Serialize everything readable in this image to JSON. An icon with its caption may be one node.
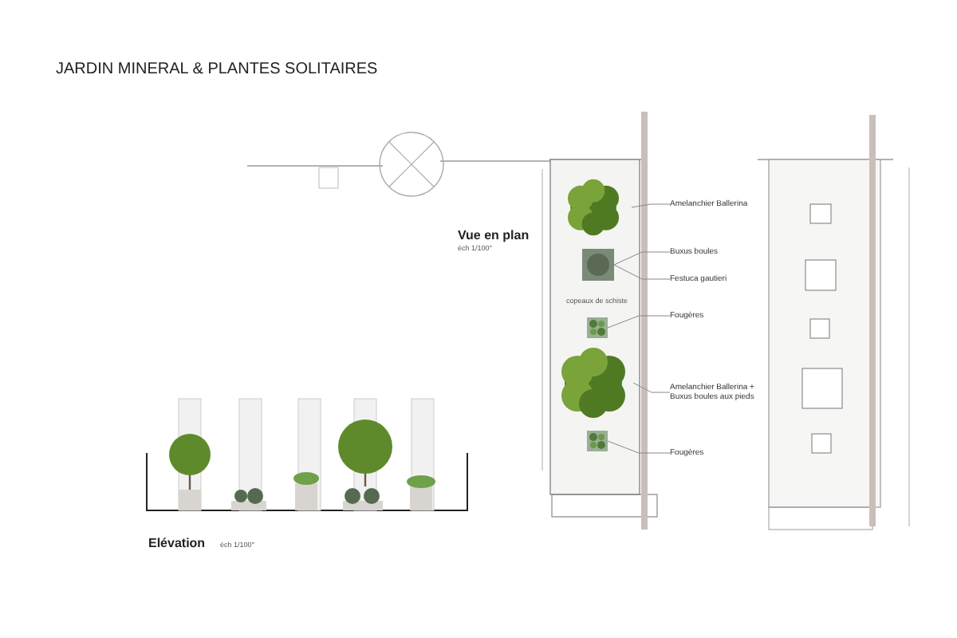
{
  "diagram": {
    "title": "JARDIN MINERAL & PLANTES SOLITAIRES",
    "nodes": [
      {
        "text": [
          "Amelanchier Ballerina"
        ]
      },
      {
        "text": [
          "Buxus boules"
        ]
      },
      {
        "text": [
          "Festuca gautieri"
        ]
      },
      {
        "text": [
          "Fougères"
        ]
      },
      {
        "text": [
          "Amelanchier Ballerina + Buxus boules aux pieds"
        ]
      },
      {
        "text": [
          "Fougères"
        ]
      },
      {
        "text": [],
        "shape": "picture"
      },
      {
        "text": [],
        "shape": "picture"
      },
      {
        "text": [],
        "shape": "picture"
      },
      {
        "text": [],
        "shape": "picture"
      },
      {
        "text": [],
        "shape": "picture"
      }
    ],
    "edges": [
      {
        "from": 0,
        "to": 6,
        "arrow": "none"
      },
      {
        "from": 1,
        "to": 7,
        "arrow": "none"
      },
      {
        "from": 2,
        "to": 7,
        "arrow": "none"
      },
      {
        "from": 3,
        "to": 8,
        "arrow": "none"
      },
      {
        "from": 4,
        "to": 9,
        "arrow": "none"
      },
      {
        "from": 5,
        "to": 10,
        "arrow": "none"
      }
    ],
    "labels": [
      "Vue en plan",
      "éch 1/100°",
      "copeaux de schiste",
      "Elévation",
      "éch 1/100°"
    ]
  }
}
